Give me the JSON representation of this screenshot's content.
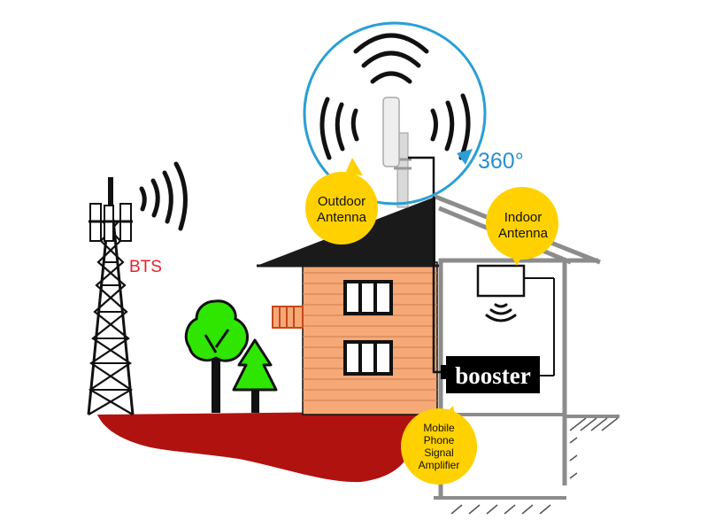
{
  "labels": {
    "bts": "BTS",
    "outdoor_line1": "Outdoor",
    "outdoor_line2": "Antenna",
    "indoor_line1": "Indoor",
    "indoor_line2": "Antenna",
    "rotation": "360°",
    "booster": "booster",
    "amp_line1": "Mobile",
    "amp_line2": "Phone",
    "amp_line3": "Signal",
    "amp_line4": "Amplifier"
  },
  "colors": {
    "bts_text": "#e8202a",
    "ground": "#b0120f",
    "brick": "#f6a977",
    "callout": "#ffd100",
    "circle": "#2a9fd6",
    "rotation_text": "#2a8fd0",
    "tree": "#2ee600",
    "roof": "#1a1a1a",
    "house_outline": "#8c8c8c",
    "booster_bg": "#000000"
  }
}
